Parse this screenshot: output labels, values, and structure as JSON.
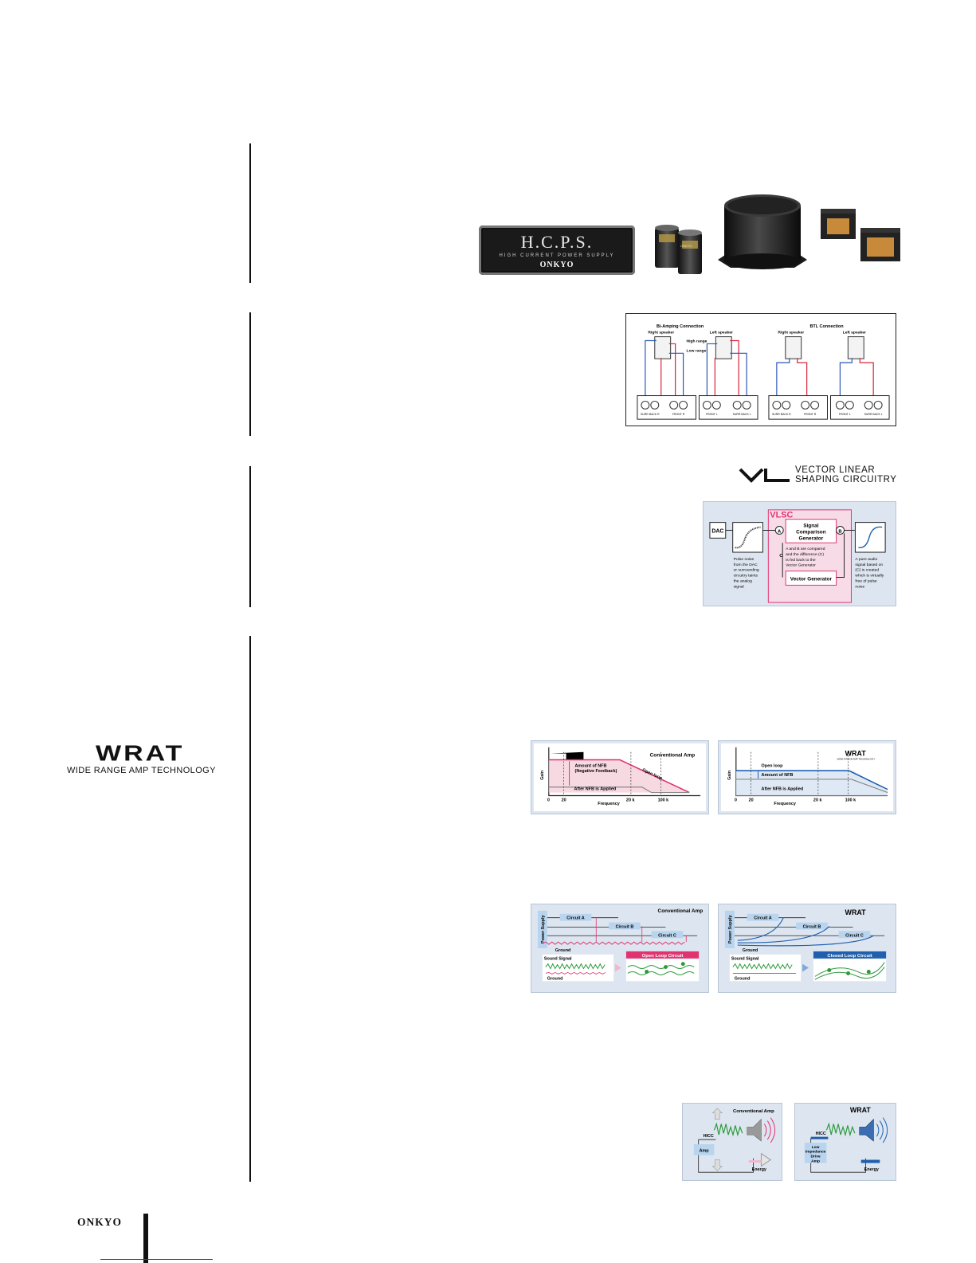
{
  "hcps": {
    "badge_title": "H.C.P.S.",
    "badge_sub": "HIGH CURRENT POWER SUPPLY",
    "badge_brand": "ONKYO",
    "cap_label": "ONKYO"
  },
  "biamp": {
    "left_title": "Bi-Amping Connection",
    "right_title": "BTL Connection",
    "right_speaker": "Right speaker",
    "left_speaker": "Left speaker",
    "high_range": "High range",
    "low_range": "Low range",
    "t1": "SURR BACK R",
    "t2": "FRONT R",
    "t3": "FRONT L",
    "t4": "SURR BACK L"
  },
  "vl": {
    "logo_line1": "VECTOR LINEAR",
    "logo_line2": "SHAPING CIRCUITRY",
    "vlsc": "VLSC",
    "dac": "DAC",
    "a": "A",
    "b": "B",
    "c": "C",
    "sig_l1": "Signal",
    "sig_l2": "Comparison",
    "sig_l3": "Generator",
    "vector_gen": "Vector Generator",
    "note_mid_1": "A and B are compared",
    "note_mid_2": "and the difference (C)",
    "note_mid_3": "is fed back to the",
    "note_mid_4": "Vector Generator",
    "note_left_1": "Pulse noise",
    "note_left_2": "from the DAC",
    "note_left_3": "or surrounding",
    "note_left_4": "circuitry taints",
    "note_left_5": "the analog",
    "note_left_6": "signal",
    "note_right_1": "A pure audio",
    "note_right_2": "signal based on",
    "note_right_3": "(C) is created",
    "note_right_4": "which is virtually",
    "note_right_5": "free of pulse",
    "note_right_6": "noise"
  },
  "wrat": {
    "logo": "WRAT",
    "logo_sub": "WIDE RANGE AMP TECHNOLOGY",
    "small_sub": "WIDE RANGE AMP TECHNOLOGY"
  },
  "nfb_left": {
    "title": "Conventional Amp",
    "ylabel": "Gain",
    "xlabel": "Frequency",
    "amount_1": "Amount of NFB",
    "amount_2": "(Negative Feedback)",
    "open_loop": "Open loop",
    "after": "After NFB is Applied",
    "ticks": [
      "0",
      "20",
      "20 k",
      "100 k"
    ]
  },
  "nfb_right": {
    "open_loop": "Open loop",
    "amount": "Amount of NFB",
    "after": "After NFB is Applied",
    "ylabel": "Gain",
    "xlabel": "Frequency",
    "ticks": [
      "0",
      "20",
      "20 k",
      "100 k"
    ]
  },
  "loop_left": {
    "title": "Conventional Amp",
    "power": "Power Supply",
    "ca": "Circuit A",
    "cb": "Circuit B",
    "cc": "Circuit C",
    "ground": "Ground",
    "sound": "Sound Signal",
    "ground2": "Ground",
    "banner": "Open Loop Circuit"
  },
  "loop_right": {
    "power": "Power Supply",
    "ca": "Circuit A",
    "cb": "Circuit B",
    "cc": "Circuit C",
    "ground": "Ground",
    "sound": "Sound Signal",
    "ground2": "Ground",
    "banner": "Closed Loop Circuit"
  },
  "hicc_left": {
    "title": "Conventional Amp",
    "hicc": "HICC",
    "amp": "Amp",
    "energy": "Energy"
  },
  "hicc_right": {
    "hicc": "HICC",
    "amp_1": "Low",
    "amp_2": "Impedance",
    "amp_3": "Drive",
    "amp_4": "Amp",
    "energy": "Energy"
  },
  "footer": {
    "brand": "ONKYO"
  },
  "colors": {
    "pink": "#e0336f",
    "blue": "#1f5fae",
    "green": "#2c9a3a",
    "panel": "#dde6f0"
  }
}
